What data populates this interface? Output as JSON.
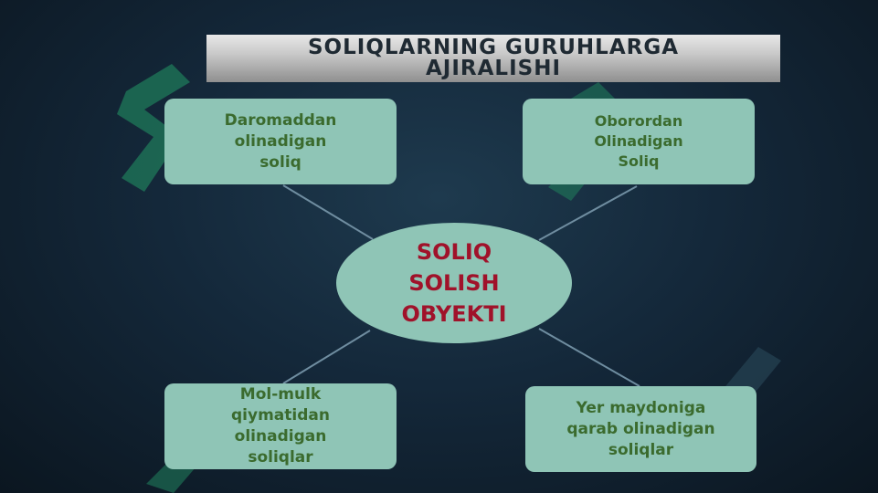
{
  "title": "SOLIQLARNING GURUHLARGA\nAJIRALISHI",
  "center": "SOLIQ\nSOLISH\nOBYEKTI",
  "boxes": {
    "top_left": "Daromaddan\nolinadigan\nsoliq",
    "top_right": "Oborordan\nOlinadigan\nSoliq",
    "bottom_left": "Mol-mulk\nqiymatidan\nolinadigan\nsoliqlar",
    "bottom_right": "Yer maydoniga\nqarab olinadigan\nsoliqlar"
  },
  "colors": {
    "background": "#14283a",
    "shape_fill": "#8fc5b6",
    "box_text": "#3b6b2e",
    "center_text": "#a0122a",
    "connector": "#6f8da0",
    "watermark": "#1f7a5a"
  }
}
